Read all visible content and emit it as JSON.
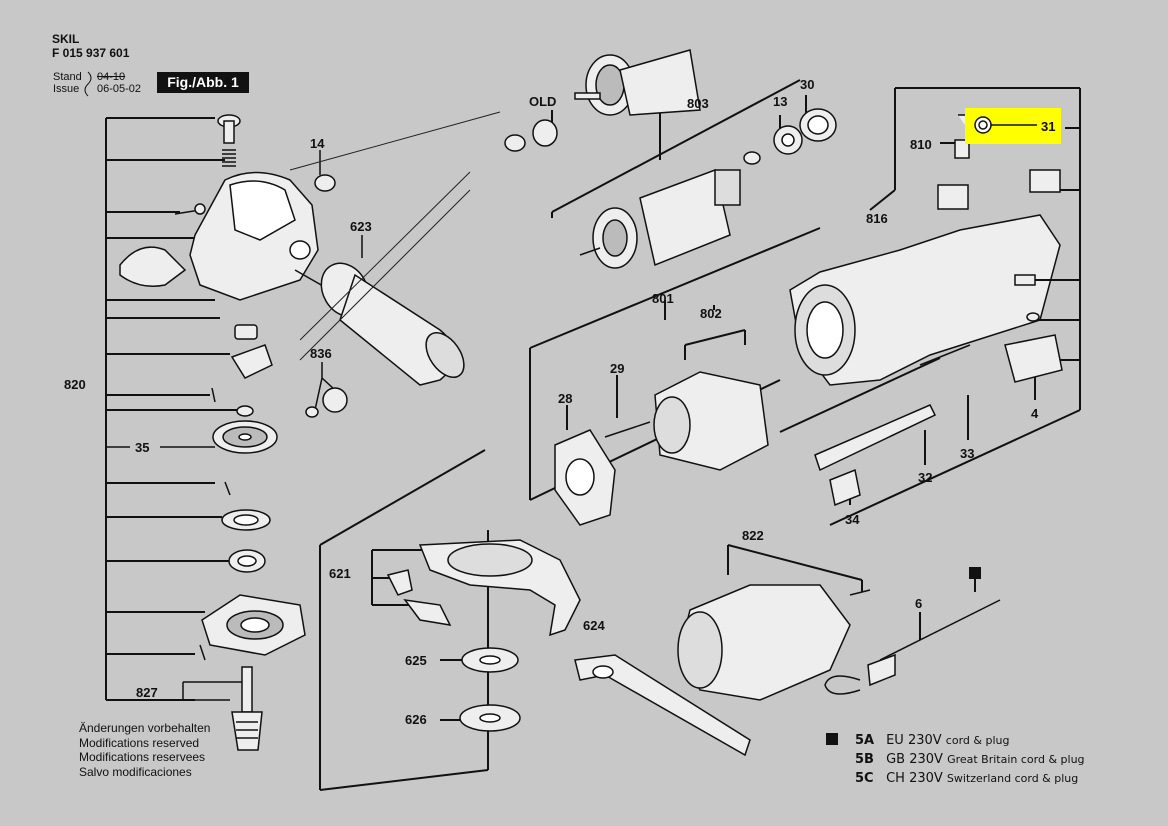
{
  "header": {
    "brand": "SKIL",
    "part_code": "F 015 937 601",
    "stand_label": "Stand",
    "stand_value": "04-10",
    "issue_label": "Issue",
    "issue_value": "06-05-02",
    "figure_label": "Fig./Abb. 1"
  },
  "callouts": {
    "c14": "14",
    "c623": "623",
    "c836": "836",
    "c820": "820",
    "c35": "35",
    "c827": "827",
    "cold": "OLD",
    "c803": "803",
    "c13": "13",
    "c30": "30",
    "c801": "801",
    "c802": "802",
    "c29": "29",
    "c28": "28",
    "c621": "621",
    "c625": "625",
    "c626": "626",
    "c624": "624",
    "c822": "822",
    "c6": "6",
    "c810": "810",
    "c816": "816",
    "c31": "31",
    "c4": "4",
    "c33": "33",
    "c32": "32",
    "c34": "34"
  },
  "highlight_color": "#ffff00",
  "notes": [
    "Änderungen vorbehalten",
    "Modifications reserved",
    "Modifications reservees",
    "Salvo modificaciones"
  ],
  "legend": [
    {
      "code": "5A",
      "voltage": "EU 230V",
      "desc": "cord & plug"
    },
    {
      "code": "5B",
      "voltage": "GB 230V",
      "desc": "Great Britain cord & plug"
    },
    {
      "code": "5C",
      "voltage": "CH 230V",
      "desc": "Switzerland cord & plug"
    }
  ]
}
